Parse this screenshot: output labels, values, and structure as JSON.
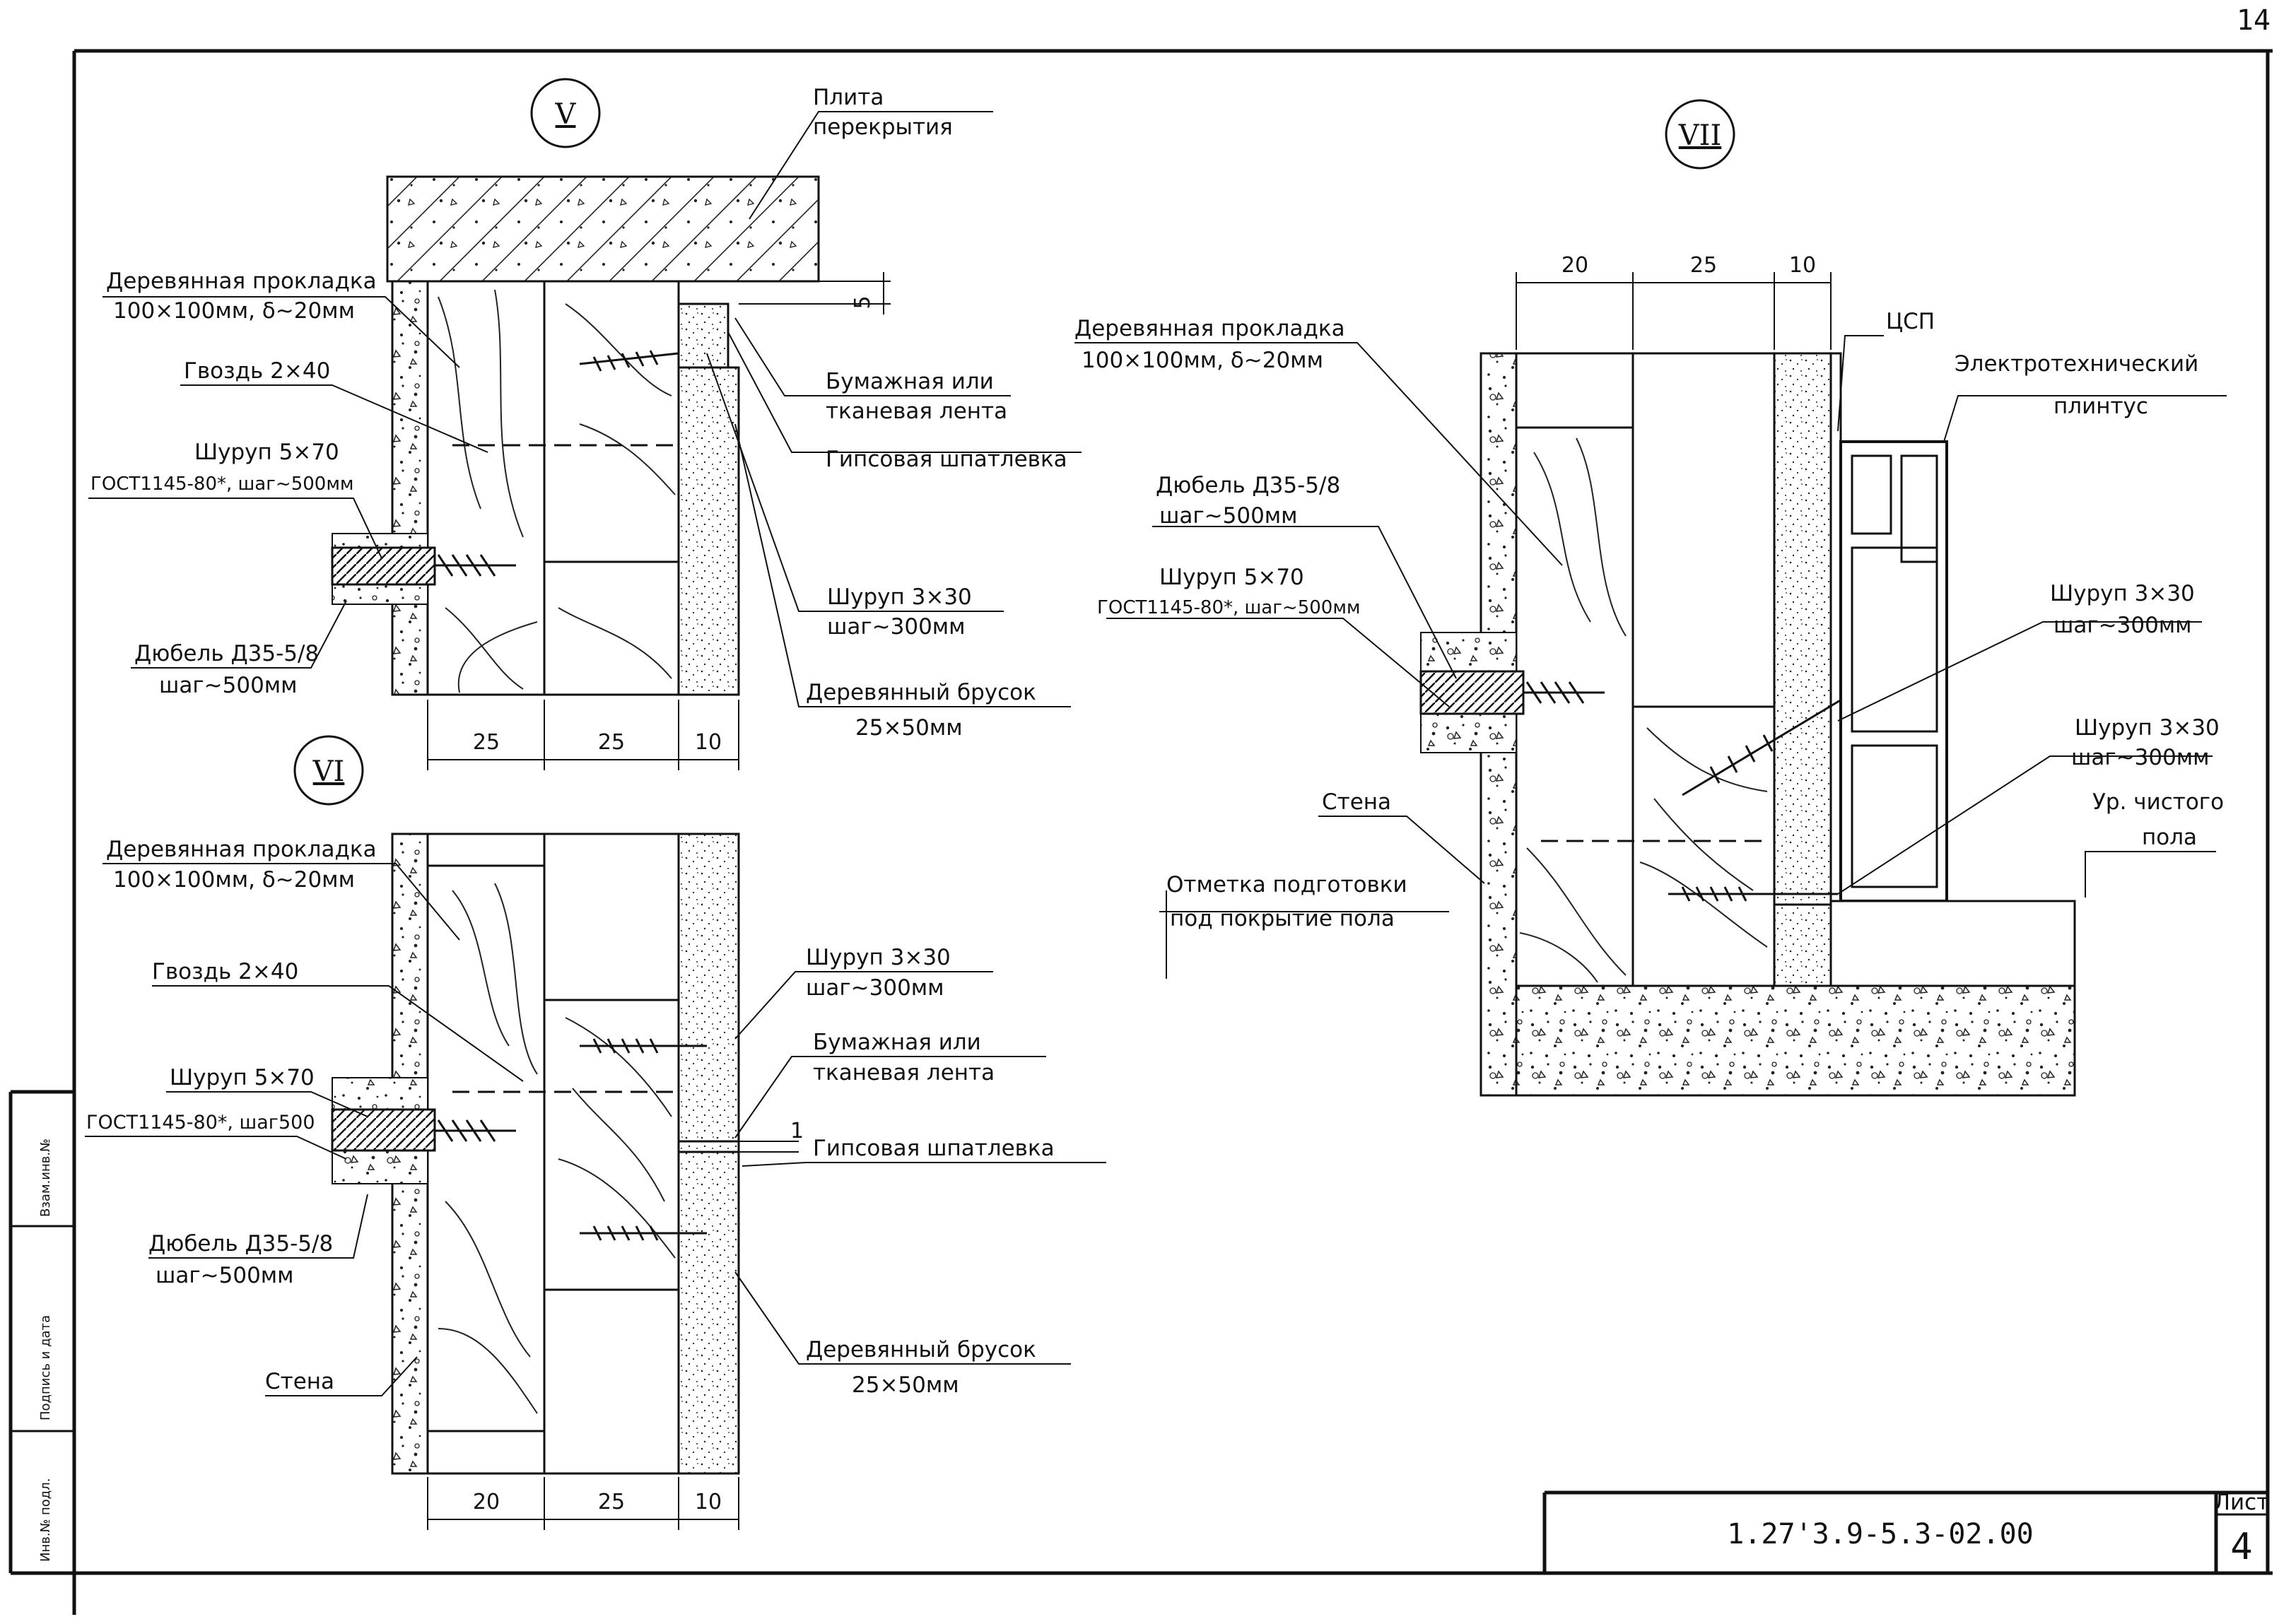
{
  "page_number": "14",
  "sheet": {
    "label": "Лист",
    "number": "4"
  },
  "document_code": "1.27'3.9-5.3-02.00",
  "side_stamp": [
    "Инв.№ подл.",
    "Подпись и дата",
    "Взам.инв.№"
  ],
  "details": {
    "v": {
      "marker": "V",
      "labels": {
        "slab_1": "Плита",
        "slab_2": "перекрытия",
        "pad_1": "Деревянная прокладка",
        "pad_2": "100×100мм, δ~20мм",
        "nail": "Гвоздь 2×40",
        "screw_1": "Шуруп 5×70",
        "screw_2": "ГОСТ1145-80*, шаг~500мм",
        "dowel_1": "Дюбель Д35-5/8",
        "dowel_2": "шаг~500мм",
        "tape_1": "Бумажная или",
        "tape_2": "тканевая лента",
        "putty": "Гипсовая шпатлевка",
        "small_screw_1": "Шуруп 3×30",
        "small_screw_2": "шаг~300мм",
        "bar_1": "Деревянный брусок",
        "bar_2": "25×50мм"
      },
      "dims": [
        "25",
        "25",
        "10",
        "5"
      ]
    },
    "vi": {
      "marker": "VI",
      "labels": {
        "pad_1": "Деревянная прокладка",
        "pad_2": "100×100мм, δ~20мм",
        "nail": "Гвоздь 2×40",
        "screw_1": "Шуруп 5×70",
        "screw_2": "ГОСТ1145-80*, шаг500",
        "dowel_1": "Дюбель Д35-5/8",
        "dowel_2": "шаг~500мм",
        "wall": "Стена",
        "small_screw_1": "Шуруп 3×30",
        "small_screw_2": "шаг~300мм",
        "tape_1": "Бумажная или",
        "tape_2": "тканевая лента",
        "putty": "Гипсовая шпатлевка",
        "bar_1": "Деревянный брусок",
        "bar_2": "25×50мм"
      },
      "dims": [
        "20",
        "25",
        "10",
        "1"
      ]
    },
    "vii": {
      "marker": "VII",
      "labels": {
        "pad_1": "Деревянная прокладка",
        "pad_2": "100×100мм, δ~20мм",
        "dowel_1": "Дюбель Д35-5/8",
        "dowel_2": "шаг~500мм",
        "screw_1": "Шуруп 5×70",
        "screw_2": "ГОСТ1145-80*, шаг~500мм",
        "wall": "Стена",
        "mark_1": "Отметка подготовки",
        "mark_2": "под покрытие пола",
        "csp": "ЦСП",
        "plinth_1": "Электротехнический",
        "plinth_2": "плинтус",
        "screw_a1": "Шуруп 3×30",
        "screw_a2": "шаг~300мм",
        "screw_b1": "Шуруп 3×30",
        "screw_b2": "шаг~300мм",
        "floor_1": "Ур. чистого",
        "floor_2": "пола"
      },
      "dims": [
        "20",
        "25",
        "10"
      ]
    }
  }
}
